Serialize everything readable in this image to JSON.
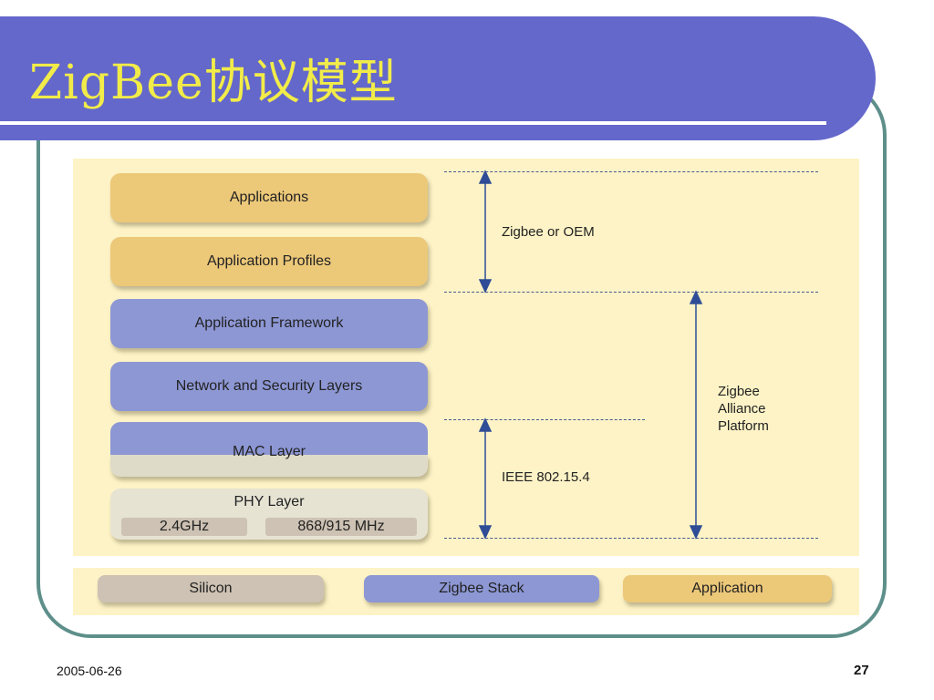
{
  "slide": {
    "title": "ZigBee协议模型",
    "date": "2005-06-26",
    "page_number": "27"
  },
  "stack": {
    "applications": "Applications",
    "application_profiles": "Application Profiles",
    "application_framework": "Application Framework",
    "network_security": "Network and Security Layers",
    "mac_layer": "MAC Layer",
    "phy_layer": "PHY Layer",
    "band_24": "2.4GHz",
    "band_868": "868/915 MHz"
  },
  "annotations": {
    "oem": "Zigbee or OEM",
    "alliance": [
      "Zigbee",
      "Alliance",
      "Platform"
    ],
    "ieee": "IEEE 802.15.4"
  },
  "legend": {
    "silicon": "Silicon",
    "stack": "Zigbee Stack",
    "application": "Application"
  },
  "colors": {
    "title_bar": "#6468cb",
    "title_text": "#f2ec49",
    "application_layer": "#ecc879",
    "stack_layer": "#8d97d4",
    "silicon_layer": "#cdc2b3",
    "arrow": "#2f4d96"
  }
}
